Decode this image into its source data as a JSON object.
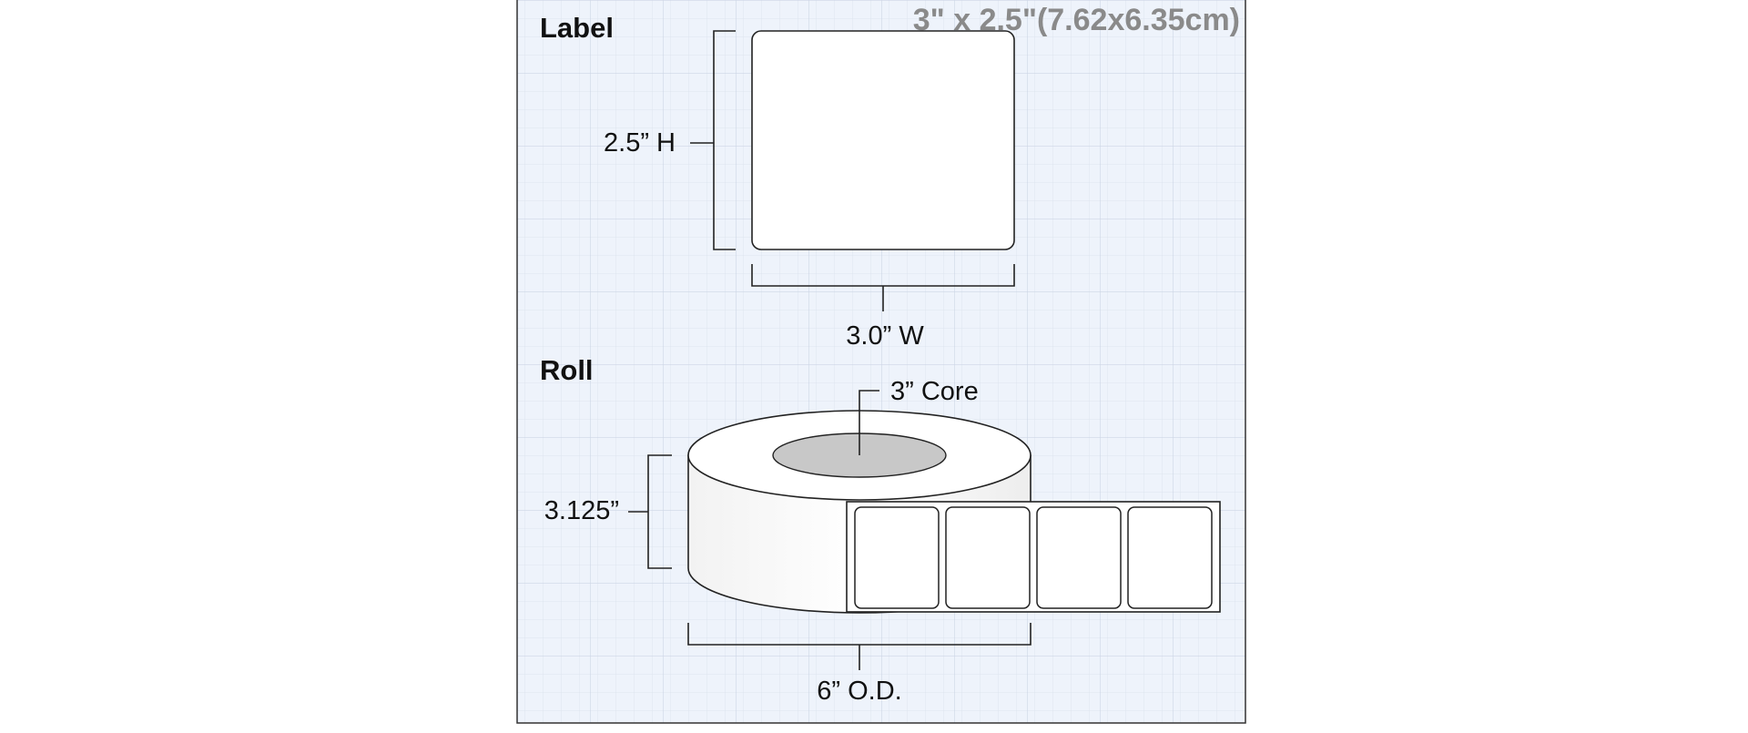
{
  "label_section": {
    "heading": "Label",
    "size_note": "3\" x 2.5\"(7.62x6.35cm)",
    "height_dim": "2.5” H",
    "width_dim": "3.0” W"
  },
  "roll_section": {
    "heading": "Roll",
    "core_dim": "3” Core",
    "width_dim": "3.125”",
    "od_dim": "6” O.D.",
    "labels_on_roll_count": 4
  },
  "colors": {
    "panel_background": "#eef3fb",
    "grid_line": "#d4dceb",
    "outline": "#222222",
    "core_fill": "#c8c8c8",
    "size_note_text": "#8a8a8a"
  }
}
